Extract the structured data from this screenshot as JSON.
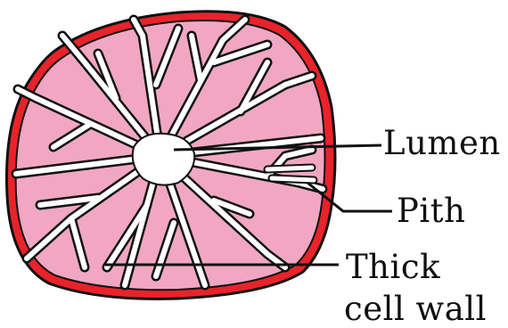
{
  "labels": {
    "lumen": "Lumen",
    "pith": "Pith",
    "thick": "Thick",
    "cell_wall": "cell wall"
  },
  "colors": {
    "cell_fill": "#f1a7c2",
    "outer_wall": "#e8232a",
    "outline": "#111111",
    "channels": "#ffffff"
  }
}
